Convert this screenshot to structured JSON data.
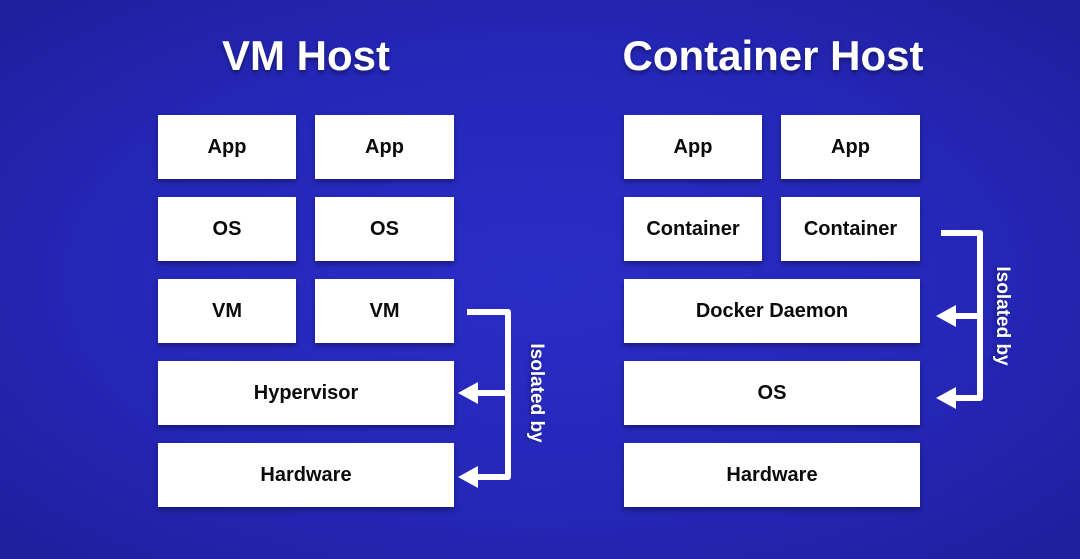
{
  "vm_host": {
    "title": "VM Host",
    "row1": [
      "App",
      "App"
    ],
    "row2": [
      "OS",
      "OS"
    ],
    "row3": [
      "VM",
      "VM"
    ],
    "hypervisor": "Hypervisor",
    "hardware": "Hardware",
    "isolation_label": "Isolated by"
  },
  "container_host": {
    "title": "Container Host",
    "row1": [
      "App",
      "App"
    ],
    "row2": [
      "Container",
      "Container"
    ],
    "docker_daemon": "Docker Daemon",
    "os": "OS",
    "hardware": "Hardware",
    "isolation_label": "Isolated by"
  },
  "colors": {
    "background": "#2527b8",
    "box": "#ffffff",
    "text_on_box": "#0b0b0b",
    "title": "#ffffff",
    "bracket": "#ffffff"
  }
}
